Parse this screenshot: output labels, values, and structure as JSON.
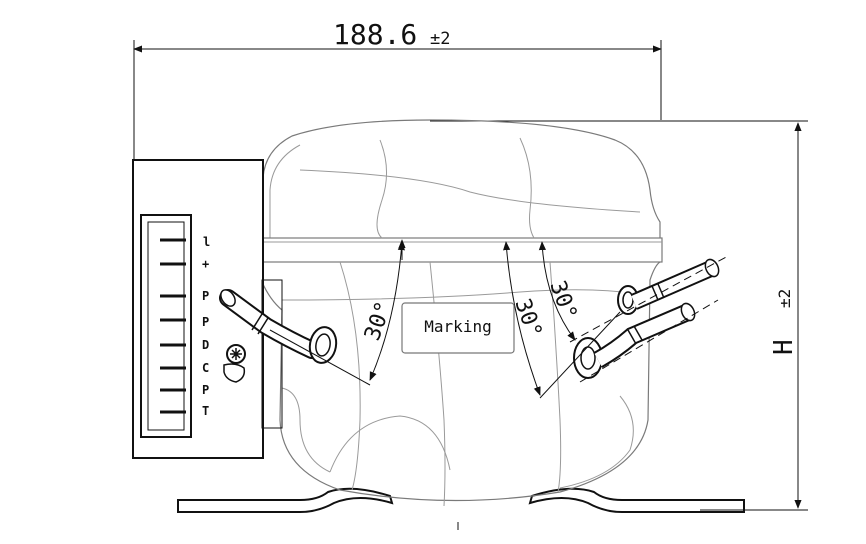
{
  "dimensions": {
    "width_value": "188.6",
    "width_tolerance": "±2",
    "height_value": "H",
    "height_tolerance": "±2"
  },
  "angles": {
    "left": "30°",
    "center": "30°",
    "right": "30°"
  },
  "label_box": {
    "text": "Marking"
  },
  "terminal_labels": [
    "l",
    "+",
    "P",
    "P",
    "D",
    "C",
    "P",
    "T"
  ],
  "bottom_mark": "l"
}
